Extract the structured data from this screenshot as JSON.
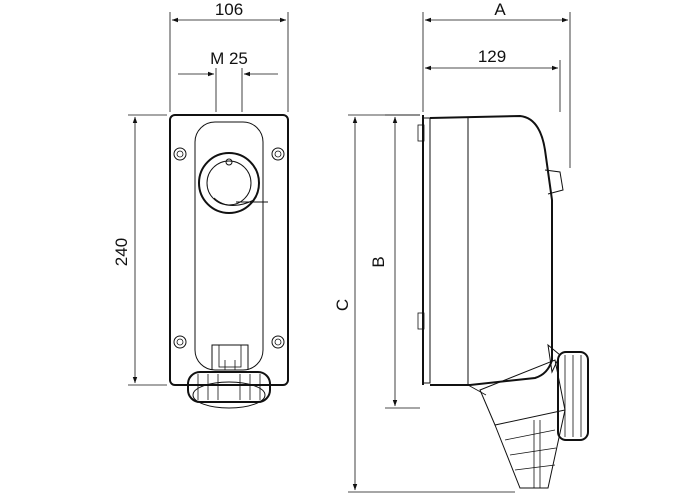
{
  "dimensions": {
    "width_front": "106",
    "cable_gland": "M 25",
    "height_front": "240",
    "depth_total": "A",
    "depth_body": "129",
    "height_body": "B",
    "height_total": "C"
  },
  "colors": {
    "line": "#111111",
    "background": "#ffffff"
  }
}
